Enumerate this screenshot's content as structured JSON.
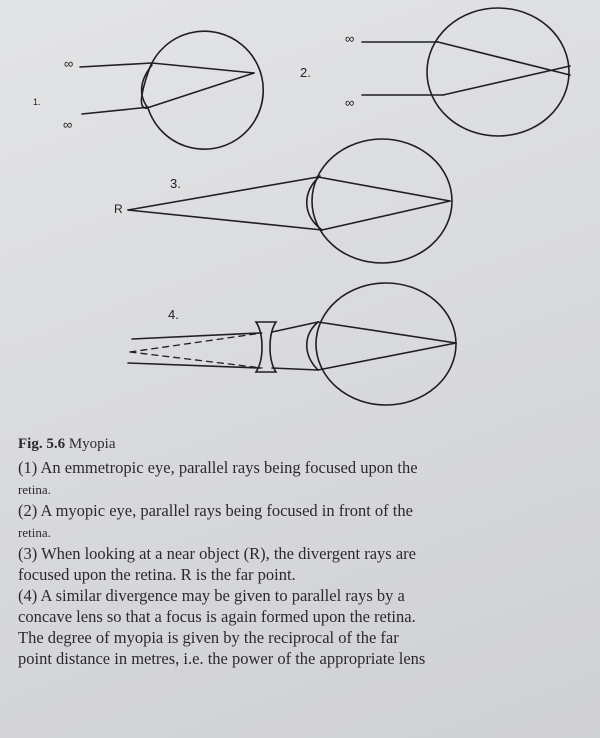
{
  "figure": {
    "labels": {
      "d1": "1.",
      "d2": "2.",
      "d3": "3.",
      "d4": "4.",
      "far_point": "R",
      "infinity": "∞"
    }
  },
  "caption": {
    "fig_number": "Fig. 5.6",
    "fig_title": "Myopia",
    "items": [
      {
        "line1": "(1) An emmetropic eye, parallel rays being focused upon the",
        "line2": "retina."
      },
      {
        "line1": "(2) A myopic eye, parallel rays being focused in front of the",
        "line2": "retina."
      },
      {
        "line1": "(3) When looking at a near object (R), the divergent rays are",
        "line2": "focused upon the retina. R is the far point."
      },
      {
        "line1": "(4) A similar divergence may be given to parallel rays by a",
        "line2": "concave lens so that a focus is again formed upon the retina.",
        "line3": "The degree of myopia is given by the reciprocal of the far",
        "line4": "point distance in metres, i.e. the power of the appropriate lens"
      }
    ]
  }
}
